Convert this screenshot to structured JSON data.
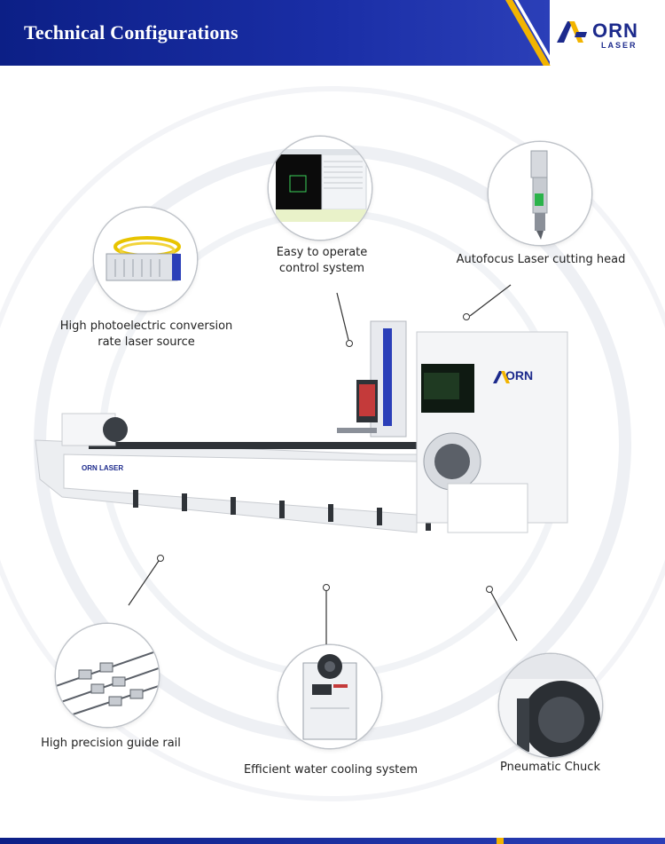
{
  "header": {
    "title": "Technical Configurations"
  },
  "brand": {
    "name": "ORN",
    "sub": "LASER",
    "machine_strip": "ORN LASER"
  },
  "features": [
    {
      "label_lines": [
        "Easy to operate",
        "control system"
      ]
    },
    {
      "label_lines": [
        "Autofocus Laser cutting head"
      ]
    },
    {
      "label_lines": [
        "High photoelectric conversion",
        "rate laser source"
      ]
    },
    {
      "label_lines": [
        "High precision guide rail"
      ]
    },
    {
      "label_lines": [
        "Efficient water cooling system"
      ]
    },
    {
      "label_lines": [
        "Pneumatic Chuck"
      ]
    }
  ],
  "colors": {
    "brand_blue": "#1a2ea6",
    "accent_yellow": "#f2b400",
    "laser_green": "#2bb34a"
  },
  "icons": [
    "logo-mark-icon"
  ]
}
